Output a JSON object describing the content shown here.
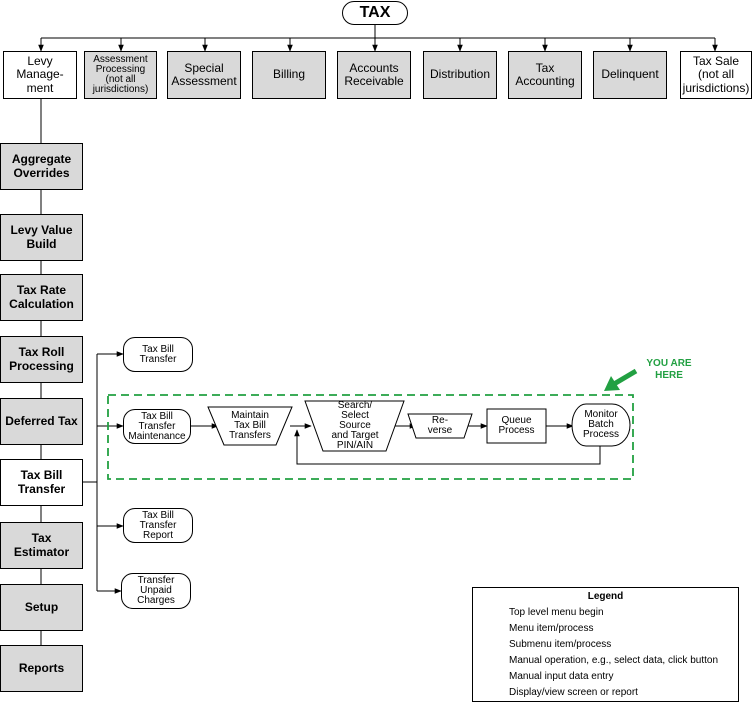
{
  "root": {
    "label": "TAX"
  },
  "top_menu": [
    {
      "id": "levy",
      "label": "Levy\nManage-\nment",
      "style": "white"
    },
    {
      "id": "assessment",
      "label": "Assessment\nProcessing\n(not all\njurisdictions)",
      "style": "gray"
    },
    {
      "id": "special",
      "label": "Special\nAssessment",
      "style": "gray"
    },
    {
      "id": "billing",
      "label": "Billing",
      "style": "gray"
    },
    {
      "id": "ar",
      "label": "Accounts\nReceivable",
      "style": "gray"
    },
    {
      "id": "distribution",
      "label": "Distribution",
      "style": "gray"
    },
    {
      "id": "taxacct",
      "label": "Tax\nAccounting",
      "style": "gray"
    },
    {
      "id": "delinquent",
      "label": "Delinquent",
      "style": "gray"
    },
    {
      "id": "taxsale",
      "label": "Tax Sale\n(not all\njurisdictions)",
      "style": "white"
    }
  ],
  "side_menu": [
    {
      "id": "aggregate",
      "label": "Aggregate\nOverrides",
      "style": "gray"
    },
    {
      "id": "levyvalue",
      "label": "Levy Value\nBuild",
      "style": "gray"
    },
    {
      "id": "taxrate",
      "label": "Tax Rate\nCalculation",
      "style": "gray"
    },
    {
      "id": "taxroll",
      "label": "Tax Roll\nProcessing",
      "style": "gray"
    },
    {
      "id": "deferred",
      "label": "Deferred Tax",
      "style": "gray"
    },
    {
      "id": "taxbill",
      "label": "Tax Bill\nTransfer",
      "style": "white"
    },
    {
      "id": "estimator",
      "label": "Tax\nEstimator",
      "style": "gray"
    },
    {
      "id": "setup",
      "label": "Setup",
      "style": "gray"
    },
    {
      "id": "reports",
      "label": "Reports",
      "style": "gray"
    }
  ],
  "submenu": [
    {
      "id": "sub-transfer",
      "label": "Tax Bill\nTransfer"
    },
    {
      "id": "sub-maintenance",
      "label": "Tax Bill\nTransfer\nMaintenance"
    },
    {
      "id": "sub-report",
      "label": "Tax Bill\nTransfer\nReport"
    },
    {
      "id": "sub-unpaid",
      "label": "Transfer\nUnpaid\nCharges"
    }
  ],
  "flow": [
    {
      "id": "maintain",
      "label": "Maintain\nTax Bill\nTransfers",
      "shape": "manual-op"
    },
    {
      "id": "search",
      "label": "Search/\nSelect\nSource\nand Target\nPIN/AIN",
      "shape": "manual-op"
    },
    {
      "id": "reverse",
      "label": "Re-\nverse",
      "shape": "manual-op"
    },
    {
      "id": "queue",
      "label": "Queue\nProcess",
      "shape": "process"
    },
    {
      "id": "monitor",
      "label": "Monitor\nBatch\nProcess",
      "shape": "display"
    }
  ],
  "you_are_here": "YOU ARE\nHERE",
  "highlight_color": "#22a042",
  "gray_fill": "#d9d9d9",
  "legend": {
    "title": "Legend",
    "items": [
      {
        "shape": "terminal",
        "label": "Top level menu begin"
      },
      {
        "shape": "rectangle",
        "label": "Menu item/process"
      },
      {
        "shape": "rounded-rect",
        "label": "Submenu item/process"
      },
      {
        "shape": "manual-op",
        "label": "Manual operation, e.g., select data, click button"
      },
      {
        "shape": "manual-input",
        "label": "Manual input data entry"
      },
      {
        "shape": "display",
        "label": "Display/view screen or report"
      }
    ]
  }
}
